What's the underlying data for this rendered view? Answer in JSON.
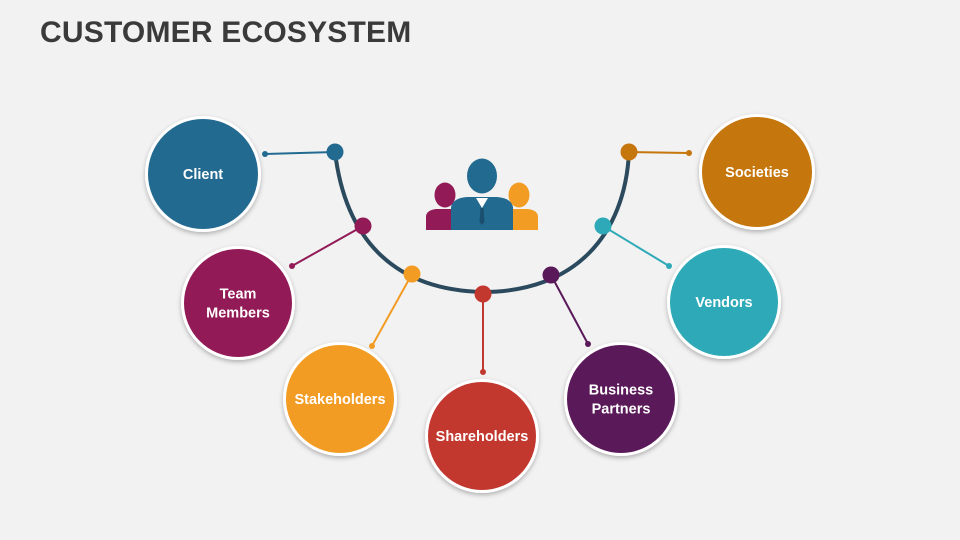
{
  "title": "CUSTOMER ECOSYSTEM",
  "hub": {
    "icon": "people-group-icon",
    "arc_color": "#2b4a5e"
  },
  "colors": {
    "background": "#f2f2f2",
    "title": "#3a3a3a"
  },
  "nodes": [
    {
      "id": "client",
      "lines": [
        "Client"
      ],
      "color": "#236a91"
    },
    {
      "id": "team-members",
      "lines": [
        "Team",
        "Members"
      ],
      "color": "#921a56"
    },
    {
      "id": "stakeholders",
      "lines": [
        "Stakeholders"
      ],
      "color": "#f39c24"
    },
    {
      "id": "shareholders",
      "lines": [
        "Shareholders"
      ],
      "color": "#c2382f"
    },
    {
      "id": "business-partners",
      "lines": [
        "Business",
        "Partners"
      ],
      "color": "#5a1a5a"
    },
    {
      "id": "vendors",
      "lines": [
        "Vendors"
      ],
      "color": "#2ea9b7"
    },
    {
      "id": "societies",
      "lines": [
        "Societies"
      ],
      "color": "#c5760c"
    }
  ]
}
